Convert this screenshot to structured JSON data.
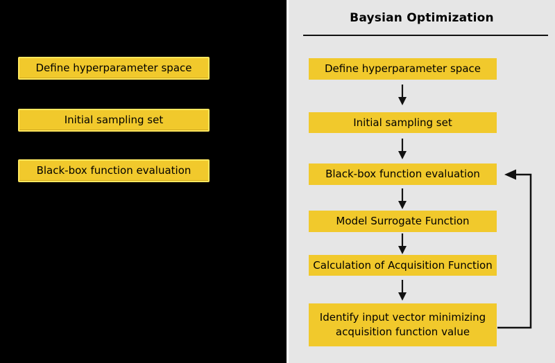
{
  "left": {
    "boxes": [
      {
        "label": "Define hyperparameter space"
      },
      {
        "label": "Initial sampling set"
      },
      {
        "label": "Black-box function evaluation"
      }
    ]
  },
  "right": {
    "title": "Baysian Optimization",
    "steps": [
      {
        "label": "Define hyperparameter space"
      },
      {
        "label": "Initial sampling set"
      },
      {
        "label": "Black-box function evaluation"
      },
      {
        "label": "Model Surrogate Function"
      },
      {
        "label": "Calculation of Acquisition Function"
      },
      {
        "label": "Identify input vector minimizing\nacquisition function value"
      }
    ]
  },
  "icons": {
    "flow_arrow": "down-arrow-icon",
    "feedback_arrow": "loop-arrow-icon"
  },
  "colors": {
    "canvas_background": "#000000",
    "panel_background": "#e6e6e6",
    "panel_edge": "#fbfbfb",
    "box_fill": "#f1c92c",
    "left_box_border": "#ffe85e",
    "text": "#000000",
    "arrow": "#111111"
  }
}
